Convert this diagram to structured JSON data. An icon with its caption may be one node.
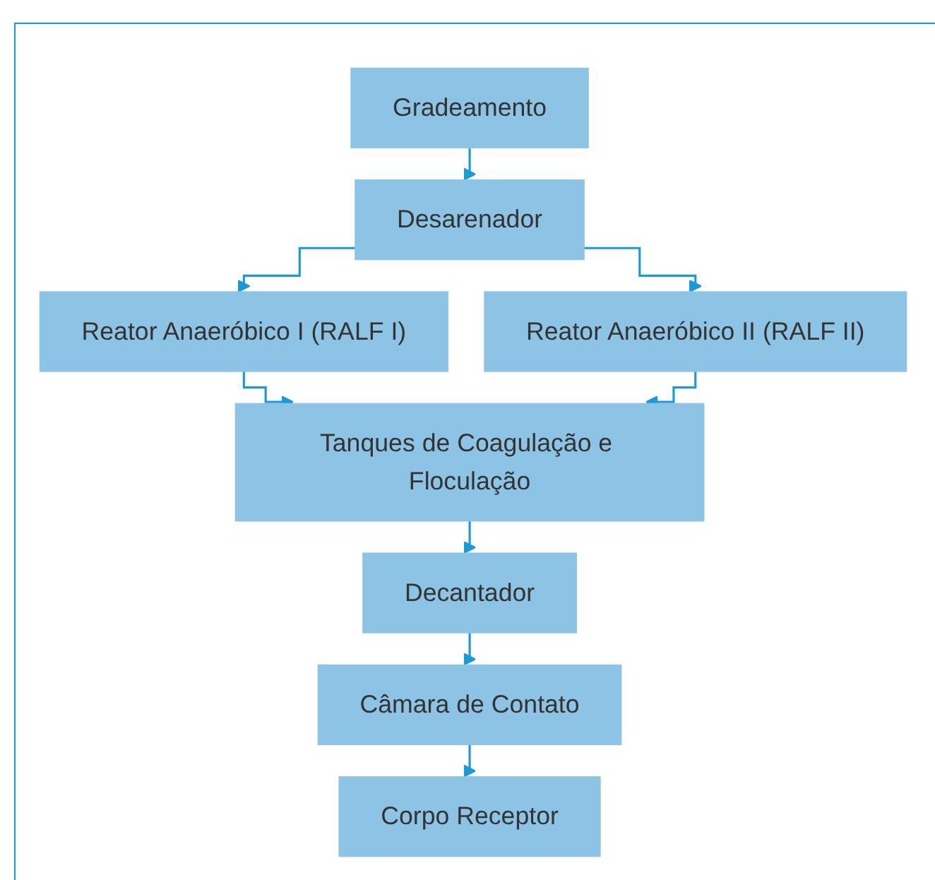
{
  "diagram": {
    "nodes": [
      {
        "text": [
          "Gradeamento"
        ]
      },
      {
        "text": [
          "Desarenador"
        ]
      },
      {
        "text": [
          "Reator Anaeróbico I (RALF I)"
        ]
      },
      {
        "text": [
          "Reator Anaeróbico II (RALF II)"
        ]
      },
      {
        "text": [
          "Tanques de Coagulação e Floculação"
        ]
      },
      {
        "text": [
          "Decantador"
        ]
      },
      {
        "text": [
          "Câmara de Contato"
        ]
      },
      {
        "text": [
          "Corpo Receptor"
        ]
      }
    ],
    "edges": [
      {
        "from": 0,
        "to": 1,
        "arrow": "to"
      },
      {
        "from": 1,
        "to": 2,
        "arrow": "to"
      },
      {
        "from": 1,
        "to": 3,
        "arrow": "to"
      },
      {
        "from": 2,
        "to": 4,
        "arrow": "to"
      },
      {
        "from": 3,
        "to": 4,
        "arrow": "to"
      },
      {
        "from": 4,
        "to": 5,
        "arrow": "to"
      },
      {
        "from": 5,
        "to": 6,
        "arrow": "to"
      },
      {
        "from": 6,
        "to": 7,
        "arrow": "to"
      }
    ]
  }
}
